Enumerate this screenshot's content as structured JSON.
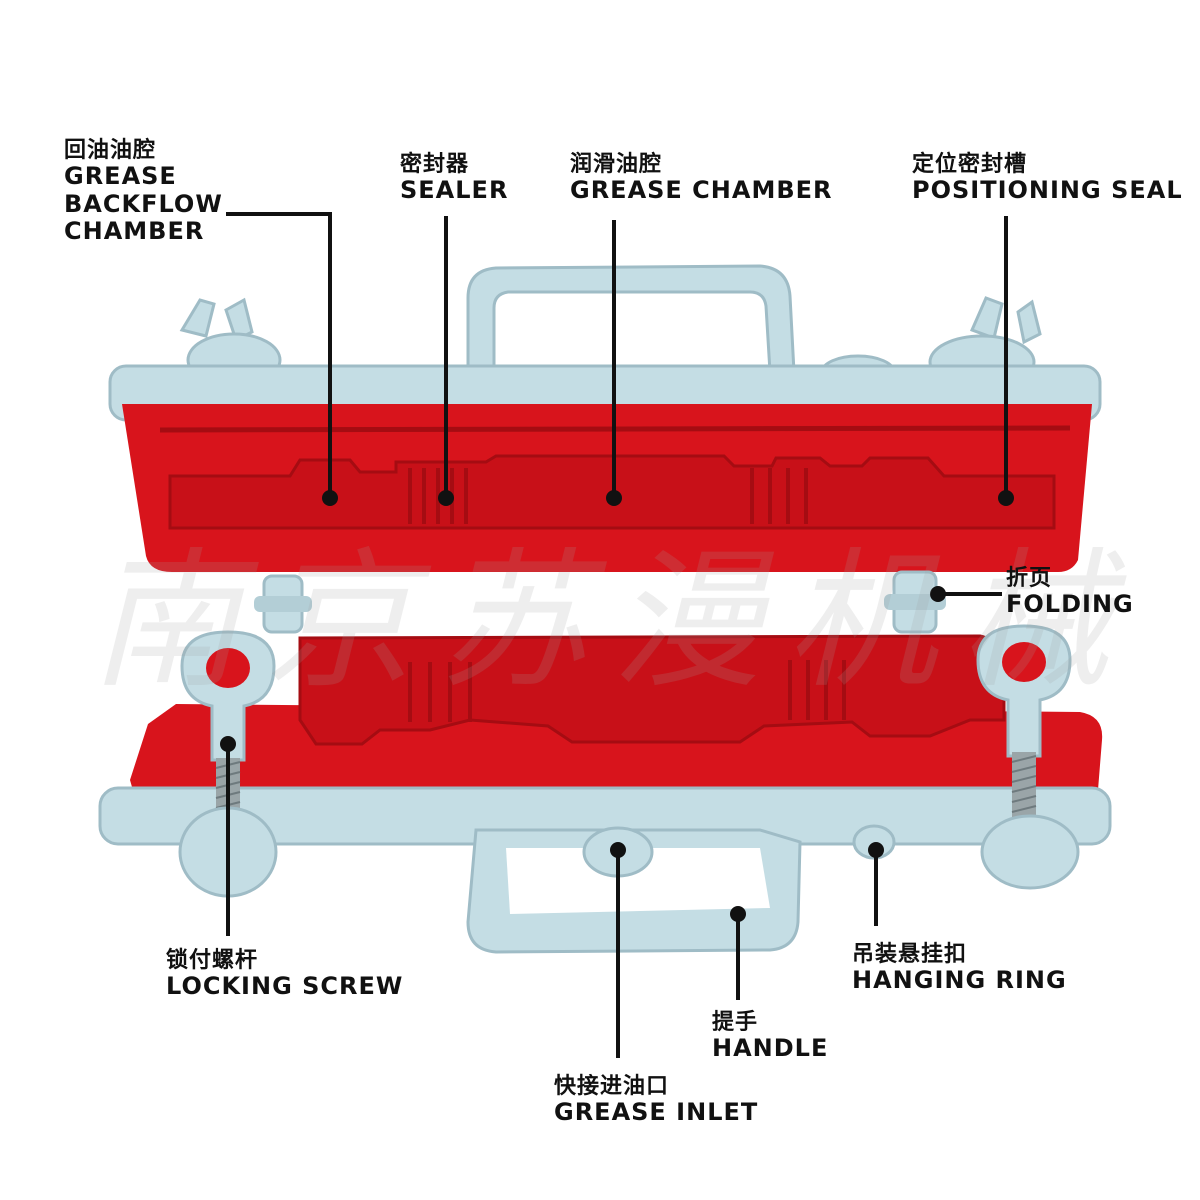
{
  "watermark": "南京苏漫机械",
  "colors": {
    "body": "#c4dde4",
    "body_shade": "#9fbcc6",
    "rubber": "#d8141c",
    "rubber_dark": "#a50c12",
    "leader": "#111111"
  },
  "labels": {
    "grease_backflow_chamber": {
      "cn": "回油油腔",
      "en1": "GREASE",
      "en2": "BACKFLOW",
      "en3": "CHAMBER"
    },
    "sealer": {
      "cn": "密封器",
      "en": "SEALER"
    },
    "grease_chamber": {
      "cn": "润滑油腔",
      "en": "GREASE CHAMBER"
    },
    "positioning_seal": {
      "cn": "定位密封槽",
      "en": "POSITIONING SEAL"
    },
    "folding": {
      "cn": "折页",
      "en": "FOLDING"
    },
    "locking_screw": {
      "cn": "锁付螺杆",
      "en": "LOCKING SCREW"
    },
    "hanging_ring": {
      "cn": "吊装悬挂扣",
      "en": "HANGING RING"
    },
    "handle": {
      "cn": "提手",
      "en": "HANDLE"
    },
    "grease_inlet": {
      "cn": "快接进油口",
      "en": "GREASE INLET"
    }
  }
}
